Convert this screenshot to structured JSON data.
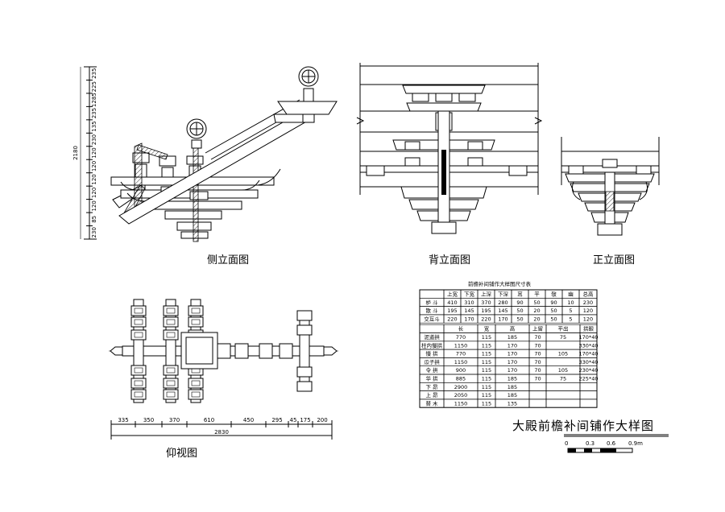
{
  "views": {
    "side": "侧立面图",
    "back": "背立面图",
    "front": "正立面图",
    "bottom": "仰视图"
  },
  "side_dims": {
    "total": "2180",
    "segments": [
      "235",
      "225",
      "1285",
      "235",
      "135",
      "230",
      "120",
      "120",
      "120",
      "120",
      "120",
      "85",
      "230"
    ]
  },
  "bottom_dims": {
    "segments": [
      "335",
      "350",
      "370",
      "610",
      "450",
      "295",
      "45",
      "175",
      "200"
    ],
    "total": "2830"
  },
  "table": {
    "title": "前檐补间铺作大样图尺寸表",
    "head1": [
      "",
      "上宽",
      "下宽",
      "上深",
      "下深",
      "耳",
      "平",
      "敧",
      "幽",
      "总高"
    ],
    "rows1": [
      [
        "栌 斗",
        "410",
        "310",
        "370",
        "280",
        "90",
        "50",
        "90",
        "10",
        "230"
      ],
      [
        "散 斗",
        "195",
        "145",
        "195",
        "145",
        "50",
        "20",
        "50",
        "5",
        "120"
      ],
      [
        "交互斗",
        "220",
        "170",
        "220",
        "170",
        "50",
        "20",
        "50",
        "5",
        "120"
      ]
    ],
    "head2": [
      "",
      "长",
      "宽",
      "高",
      "上留",
      "平出",
      "拱眼"
    ],
    "rows2": [
      [
        "泥道拱",
        "770",
        "115",
        "185",
        "70",
        "75",
        "170*40"
      ],
      [
        "柱内慢拱",
        "1150",
        "115",
        "170",
        "70",
        "",
        "330*40"
      ],
      [
        "慢 拱",
        "770",
        "115",
        "170",
        "70",
        "105",
        "170*40"
      ],
      [
        "瓜子拱",
        "1150",
        "115",
        "170",
        "70",
        "",
        "330*40"
      ],
      [
        "令 拱",
        "900",
        "115",
        "170",
        "70",
        "105",
        "230*40"
      ],
      [
        "华 拱",
        "885",
        "115",
        "185",
        "70",
        "75",
        "225*40"
      ],
      [
        "下 昂",
        "2900",
        "115",
        "185",
        "",
        "",
        ""
      ],
      [
        "上 昂",
        "2050",
        "115",
        "185",
        "",
        "",
        ""
      ],
      [
        "替 木",
        "1150",
        "115",
        "135",
        "",
        "",
        ""
      ]
    ]
  },
  "main_title": "大殿前檐补间铺作大样图",
  "scale_bar": {
    "labels": [
      "0",
      "0.3",
      "0.6",
      "0.9m"
    ]
  }
}
